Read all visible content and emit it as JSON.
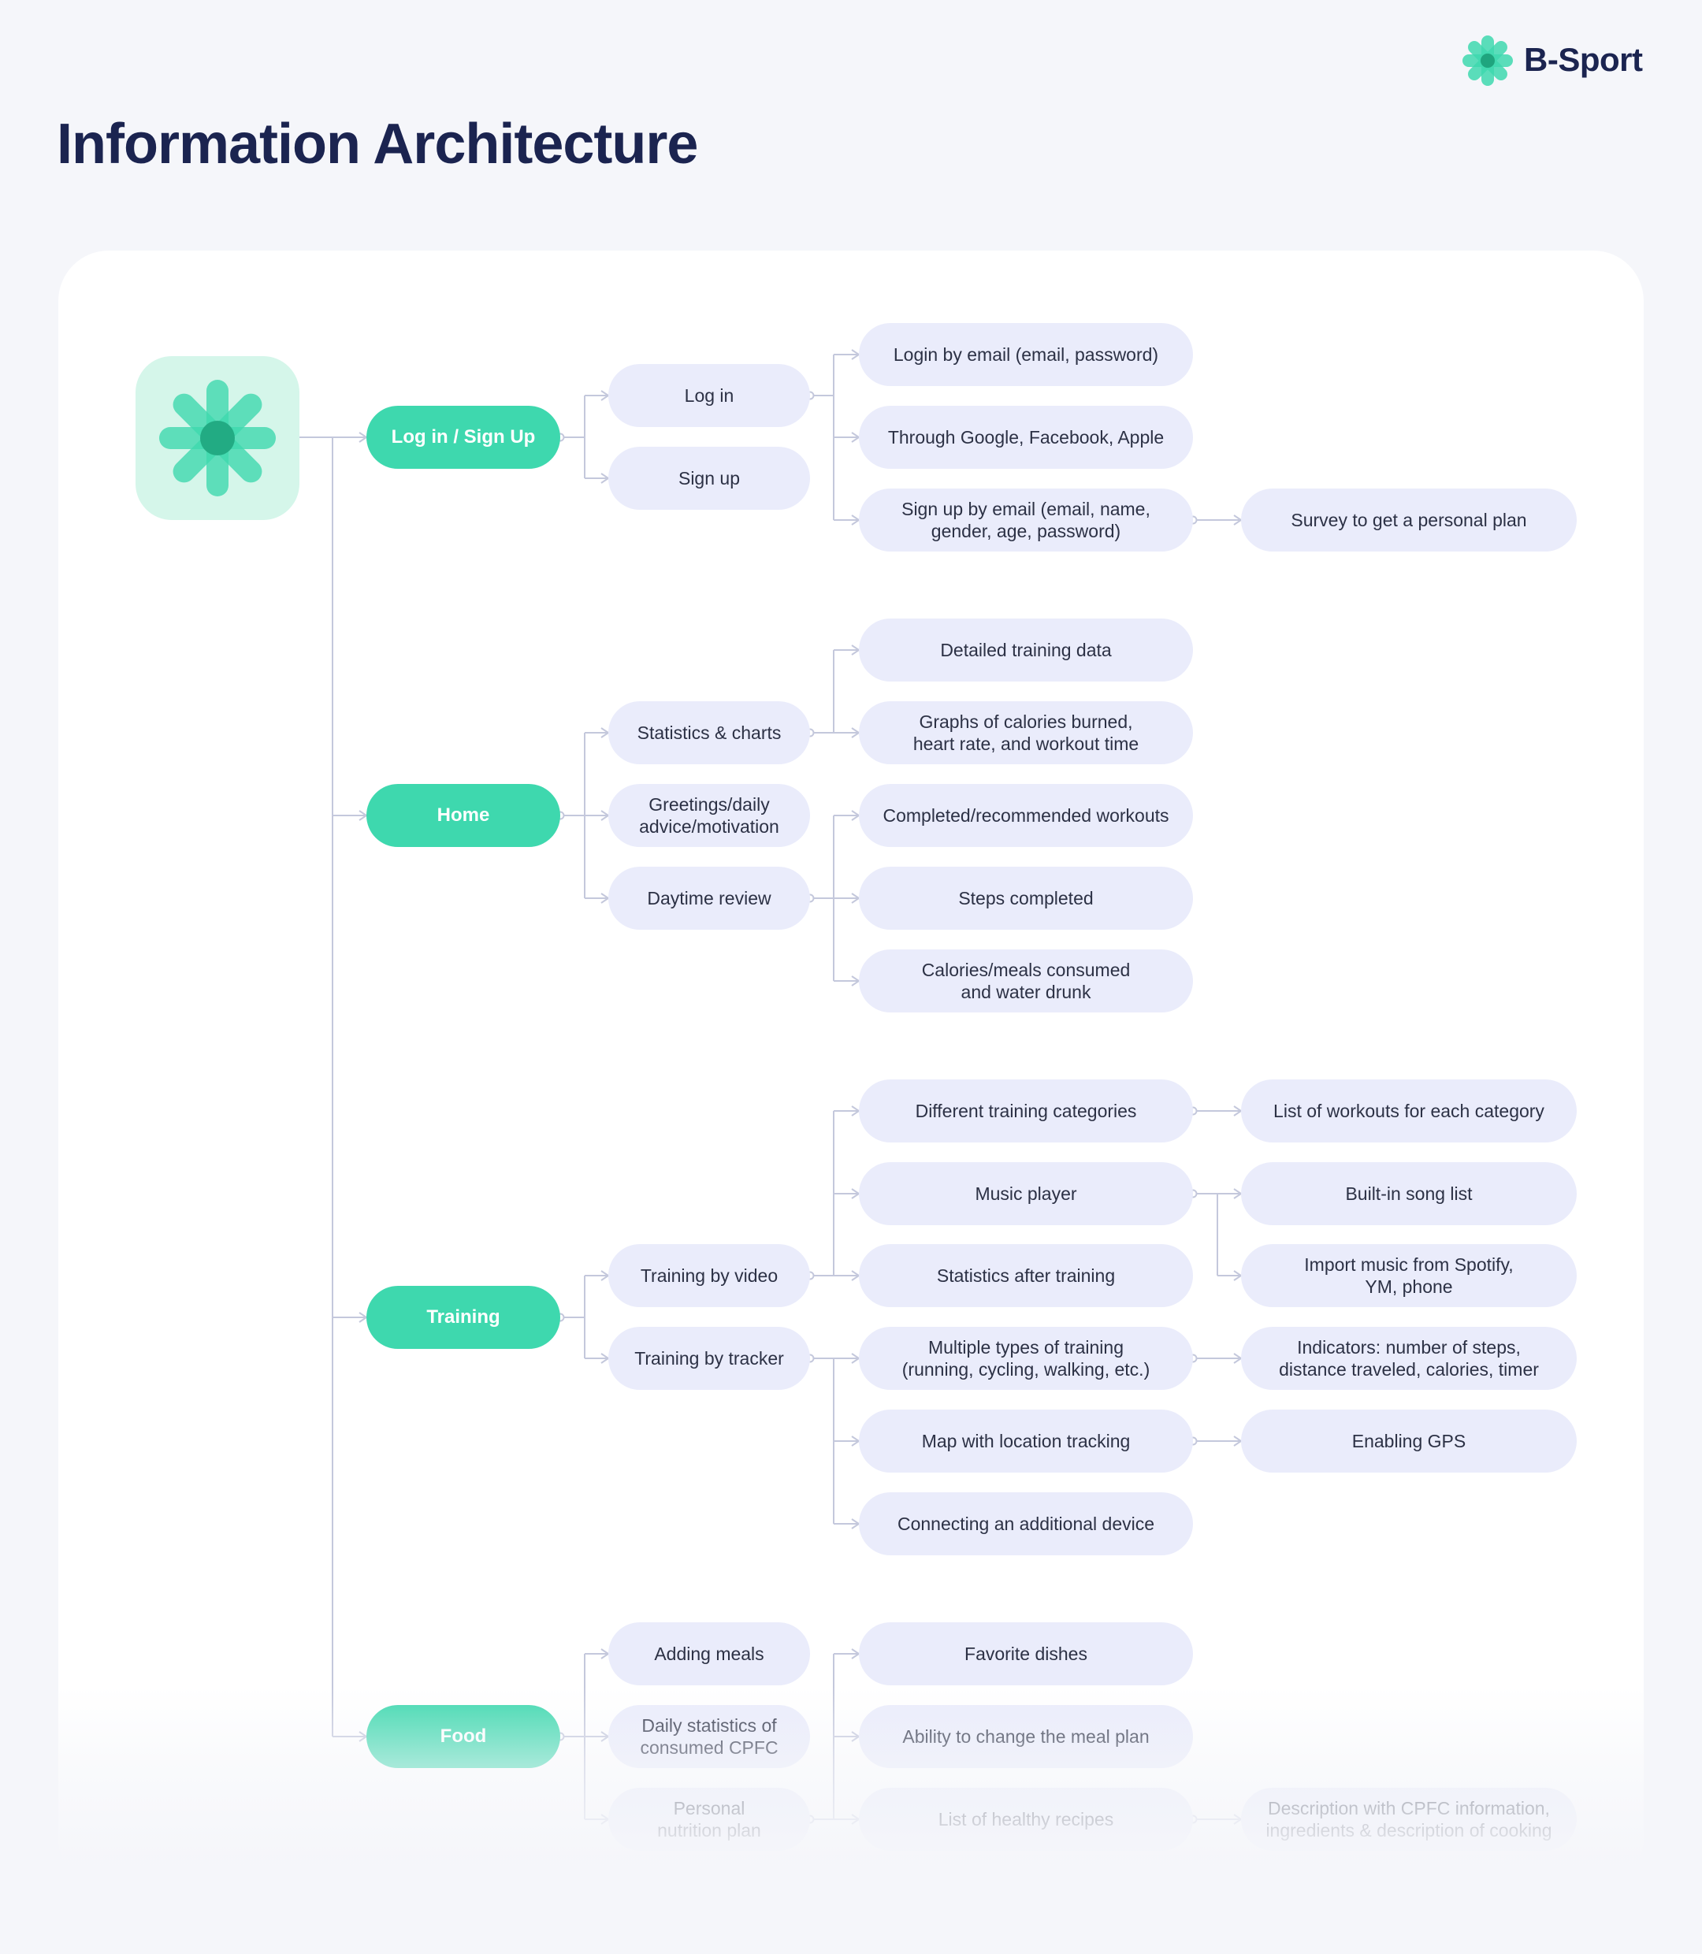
{
  "page": {
    "title": "Information Architecture"
  },
  "brand": {
    "name": "B-Sport",
    "accent_color": "#3ed8ae",
    "text_color": "#1b2450"
  },
  "app_icon": {
    "icon": "asterisk-flower-icon"
  },
  "tree": [
    {
      "id": "login",
      "label": "Log in / Sign Up",
      "children": [
        {
          "id": "log-in",
          "label": "Log in"
        },
        {
          "id": "sign-up",
          "label": "Sign up"
        }
      ]
    },
    {
      "id": "home",
      "label": "Home",
      "children": [
        {
          "id": "statistics-charts",
          "label": "Statistics & charts"
        },
        {
          "id": "greetings",
          "label": "Greetings/daily\nadvice/motivation"
        },
        {
          "id": "daytime-review",
          "label": "Daytime review"
        }
      ]
    },
    {
      "id": "training",
      "label": "Training",
      "children": [
        {
          "id": "training-video",
          "label": "Training by video"
        },
        {
          "id": "training-tracker",
          "label": "Training by tracker"
        }
      ]
    },
    {
      "id": "food",
      "label": "Food",
      "children": [
        {
          "id": "adding-meals",
          "label": "Adding meals"
        },
        {
          "id": "daily-cpfc",
          "label": "Daily statistics of\nconsumed CPFC"
        },
        {
          "id": "nutrition-plan",
          "label": "Personal\nnutrition plan"
        }
      ]
    }
  ],
  "details": {
    "log-in": [
      {
        "label": "Login by email (email, password)"
      },
      {
        "label": "Through Google, Facebook, Apple"
      },
      {
        "label": "Sign up by email (email, name,\ngender, age, password)",
        "children": [
          "Survey to get a personal plan"
        ]
      }
    ],
    "statistics-charts": [
      {
        "label": "Detailed training data"
      },
      {
        "label": "Graphs of calories burned,\nheart rate, and workout time"
      }
    ],
    "daytime-review": [
      {
        "label": "Completed/recommended workouts"
      },
      {
        "label": "Steps completed"
      },
      {
        "label": "Calories/meals consumed\nand water drunk"
      }
    ],
    "training-video": [
      {
        "label": "Different training categories",
        "children": [
          "List of workouts for each category"
        ]
      },
      {
        "label": "Music player",
        "children": [
          "Built-in song list",
          "Import music from Spotify,\nYM, phone"
        ]
      },
      {
        "label": "Statistics after training"
      }
    ],
    "training-tracker": [
      {
        "label": "Multiple types of training\n(running, cycling, walking, etc.)",
        "children": [
          "Indicators: number of steps,\ndistance traveled, calories, timer"
        ]
      },
      {
        "label": "Map with location tracking",
        "children": [
          "Enabling GPS"
        ]
      },
      {
        "label": "Connecting an additional device"
      }
    ],
    "nutrition-plan": [
      {
        "label": "Favorite dishes"
      },
      {
        "label": "Ability to change the meal plan"
      },
      {
        "label": "List of healthy recipes",
        "children": [
          "Description with CPFC information,\ningredients & description of cooking"
        ]
      }
    ]
  }
}
